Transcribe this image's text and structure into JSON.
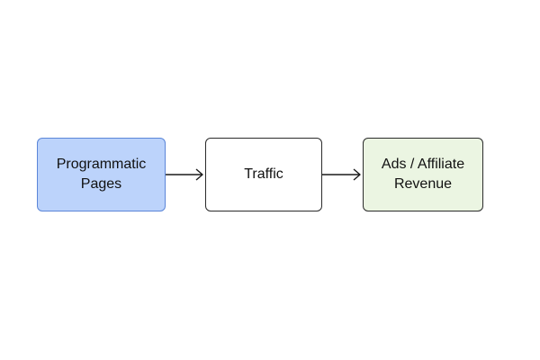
{
  "diagram": {
    "nodes": [
      {
        "id": "a",
        "label": "Programmatic\nPages",
        "fill": "#bcd3fb",
        "stroke": "#5b86d8"
      },
      {
        "id": "b",
        "label": "Traffic",
        "fill": "#ffffff",
        "stroke": "#2b2b2b"
      },
      {
        "id": "c",
        "label": "Ads / Affiliate\nRevenue",
        "fill": "#ebf5e2",
        "stroke": "#2b2b2b"
      }
    ],
    "edges": [
      {
        "from": "a",
        "to": "b"
      },
      {
        "from": "b",
        "to": "c"
      }
    ]
  }
}
